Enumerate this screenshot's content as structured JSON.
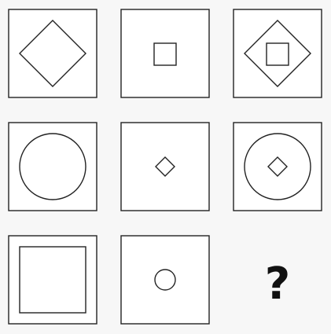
{
  "puzzle": {
    "rows": [
      {
        "cells": [
          {
            "shapes": [
              "large-diamond"
            ]
          },
          {
            "shapes": [
              "small-square"
            ]
          },
          {
            "shapes": [
              "large-diamond",
              "small-square"
            ]
          }
        ]
      },
      {
        "cells": [
          {
            "shapes": [
              "large-circle"
            ]
          },
          {
            "shapes": [
              "small-diamond"
            ]
          },
          {
            "shapes": [
              "large-circle",
              "small-diamond"
            ]
          }
        ]
      },
      {
        "cells": [
          {
            "shapes": [
              "large-square"
            ]
          },
          {
            "shapes": [
              "small-circle"
            ]
          },
          {
            "missing": true,
            "label": "?"
          }
        ]
      }
    ]
  }
}
